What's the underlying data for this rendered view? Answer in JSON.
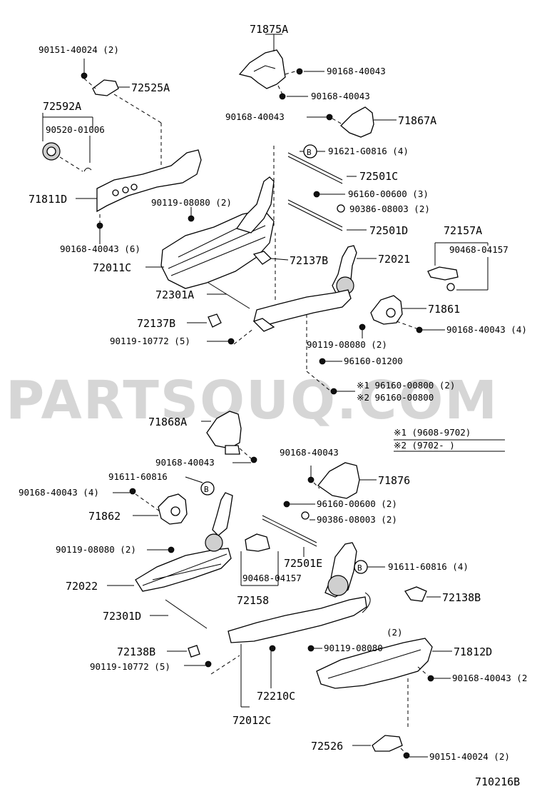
{
  "watermark": "PARTSOUQ.COM",
  "diagram_code": "710216B",
  "labels": {
    "p71875A": "71875A",
    "p90151_40024_top": "90151-40024 (2)",
    "p72525A": "72525A",
    "p90168_40043_a": "90168-40043",
    "p90168_40043_b": "90168-40043",
    "p90168_40043_c": "90168-40043",
    "p72592A": "72592A",
    "p90520_01006": "90520-01006",
    "p71867A": "71867A",
    "p91621_G0816": "91621-G0816 (4)",
    "p72501C": "72501C",
    "p71811D": "71811D",
    "p90119_08080_2a": "90119-08080 (2)",
    "p96160_00600_3": "96160-00600 (3)",
    "p90386_08003_2a": "90386-08003 (2)",
    "p72501D": "72501D",
    "p90168_40043_6": "90168-40043 (6)",
    "p72157A": "72157A",
    "p90468_04157_a": "90468-04157",
    "p72137B_a": "72137B",
    "p72021": "72021",
    "p72011C": "72011C",
    "p72301A": "72301A",
    "p71861": "71861",
    "p72137B_b": "72137B",
    "p90168_40043_4a": "90168-40043 (4)",
    "p90119_10772_5a": "90119-10772 (5)",
    "p90119_08080_2b": "90119-08080 (2)",
    "p96160_01200": "96160-01200",
    "p96160_00800_1": "※1 96160-00800 (2)",
    "p96160_00800_2": "※2 96160-00800",
    "p71868A": "71868A",
    "note1": "※1  (9608-9702)",
    "note2": "※2  (9702-      )",
    "p90168_40043_d": "90168-40043",
    "p90168_40043_e": "90168-40043",
    "p71876": "71876",
    "p91611_60816_a": "91611-60816",
    "p90168_40043_4b": "90168-40043 (4)",
    "p71862": "71862",
    "p96160_00600_2": "96160-00600 (2)",
    "p90386_08003_2b": "90386-08003 (2)",
    "p90119_08080_2c": "90119-08080 (2)",
    "p72501E": "72501E",
    "p91611_60816_4": "91611-60816 (4)",
    "p90468_04157_b": "90468-04157",
    "p72022": "72022",
    "p72158": "72158",
    "p72138B_a": "72138B",
    "p72301D": "72301D",
    "p2": "(2)",
    "p90119_08080_d": "90119-08080",
    "p71812D": "71812D",
    "p72138B_b": "72138B",
    "p90119_10772_5b": "90119-10772 (5)",
    "p90168_40043_2": "90168-40043 (2",
    "p72210C": "72210C",
    "p72012C": "72012C",
    "p72526": "72526",
    "p90151_40024_bot": "90151-40024 (2)",
    "circB_a": "B",
    "circB_b": "B",
    "circB_c": "B"
  }
}
